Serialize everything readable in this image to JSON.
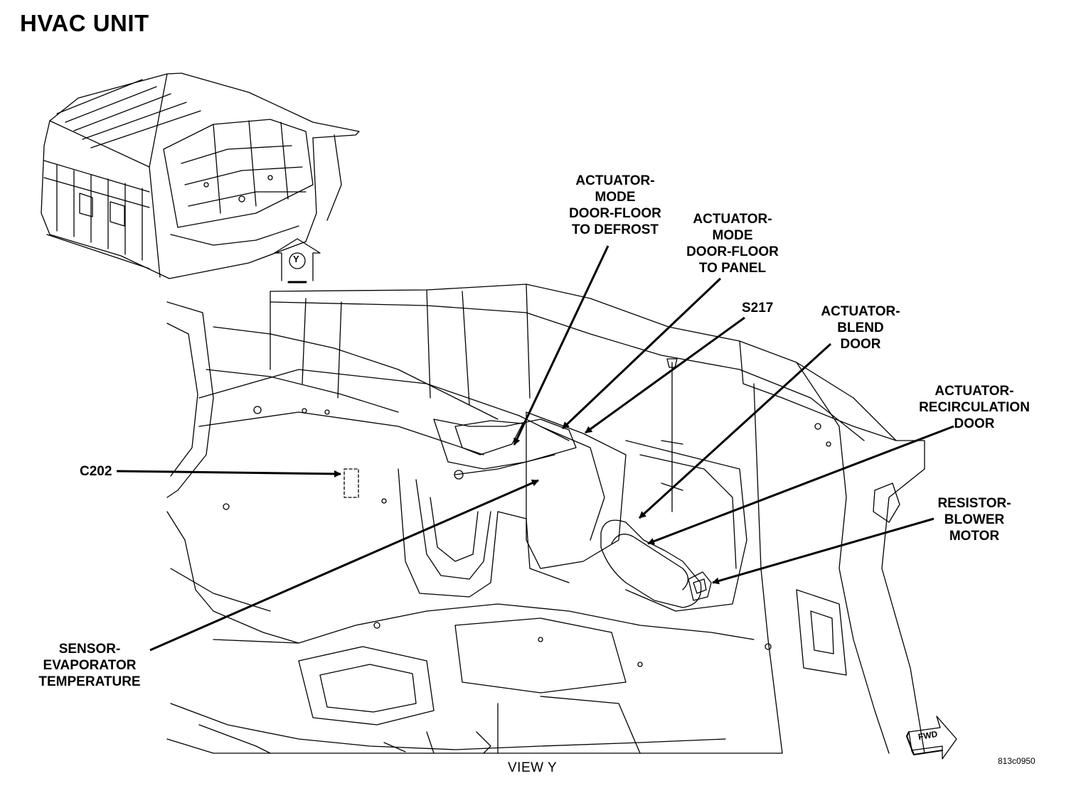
{
  "title": "HVAC UNIT",
  "view_marker": "Y",
  "view_caption": "VIEW Y",
  "fwd_label": "FWD",
  "figure_code": "813c0950",
  "callouts": {
    "mode_floor_defrost": [
      "ACTUATOR-",
      "MODE",
      "DOOR-FLOOR",
      "TO DEFROST"
    ],
    "mode_floor_panel": [
      "ACTUATOR-",
      "MODE",
      "DOOR-FLOOR",
      "TO PANEL"
    ],
    "s217": [
      "S217"
    ],
    "blend_door": [
      "ACTUATOR-",
      "BLEND",
      "DOOR"
    ],
    "recirculation": [
      "ACTUATOR-",
      "RECIRCULATION",
      "DOOR"
    ],
    "resistor": [
      "RESISTOR-",
      "BLOWER",
      "MOTOR"
    ],
    "c202": [
      "C202"
    ],
    "evap_sensor": [
      "SENSOR-",
      "EVAPORATOR",
      "TEMPERATURE"
    ]
  }
}
